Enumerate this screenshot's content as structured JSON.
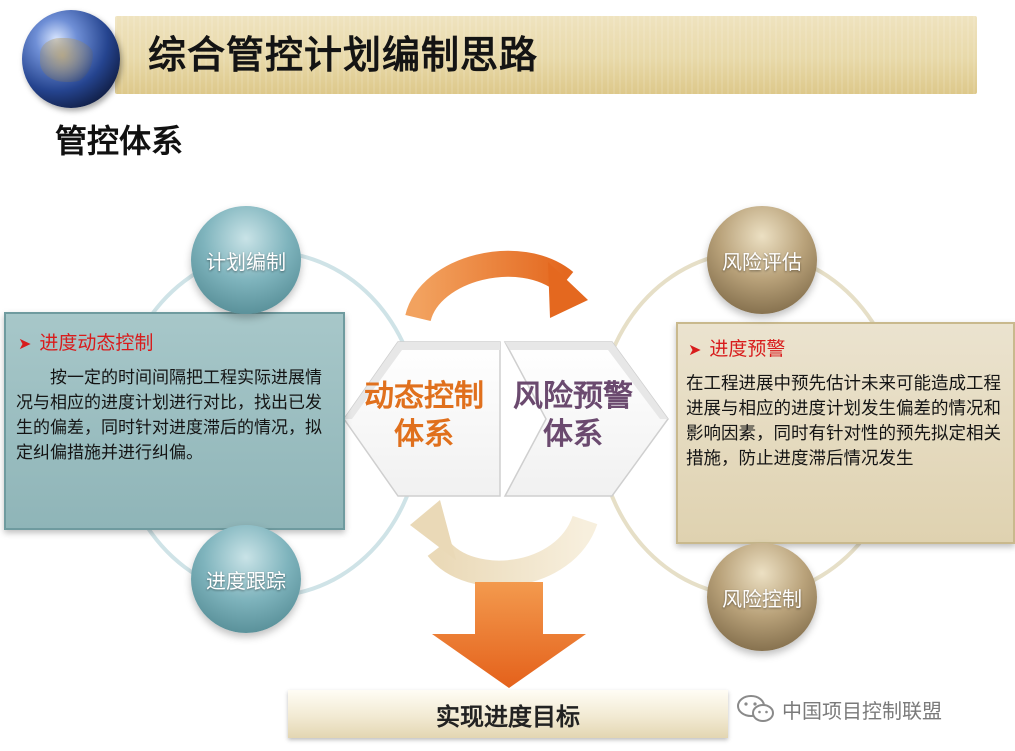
{
  "header": {
    "title": "综合管控计划编制思路",
    "section": "管控体系"
  },
  "nodes": {
    "plan": "计划编制",
    "track": "进度跟踪",
    "risk_eval": "风险评估",
    "risk_ctrl": "风险控制"
  },
  "left_box": {
    "bullet": "➤",
    "heading": "进度动态控制",
    "body": "按一定的时间间隔把工程实际进展情况与相应的进度计划进行对比，找出已发生的偏差，同时针对进度滞后的情况，拟定纠偏措施并进行纠偏。"
  },
  "right_box": {
    "bullet": "➤",
    "heading": "进度预警",
    "body": "在工程进展中预先估计未来可能造成工程进展与相应的进度计划发生偏差的情况和影响因素，同时有针对性的预先拟定相关措施，防止进度滞后情况发生"
  },
  "center": {
    "left_line1": "动态控制",
    "left_line2": "体系",
    "right_line1": "风险预警",
    "right_line2": "体系"
  },
  "goal": {
    "label": "实现进度目标"
  },
  "watermark": {
    "text": "中国项目控制联盟",
    "icon": "wechat-icon"
  },
  "colors": {
    "accent_orange": "#e8722a",
    "heading_red": "#d81c1c",
    "teal": "#8fb5b8",
    "sand": "#dfd2b0",
    "purple_text": "#6b4a6f"
  }
}
